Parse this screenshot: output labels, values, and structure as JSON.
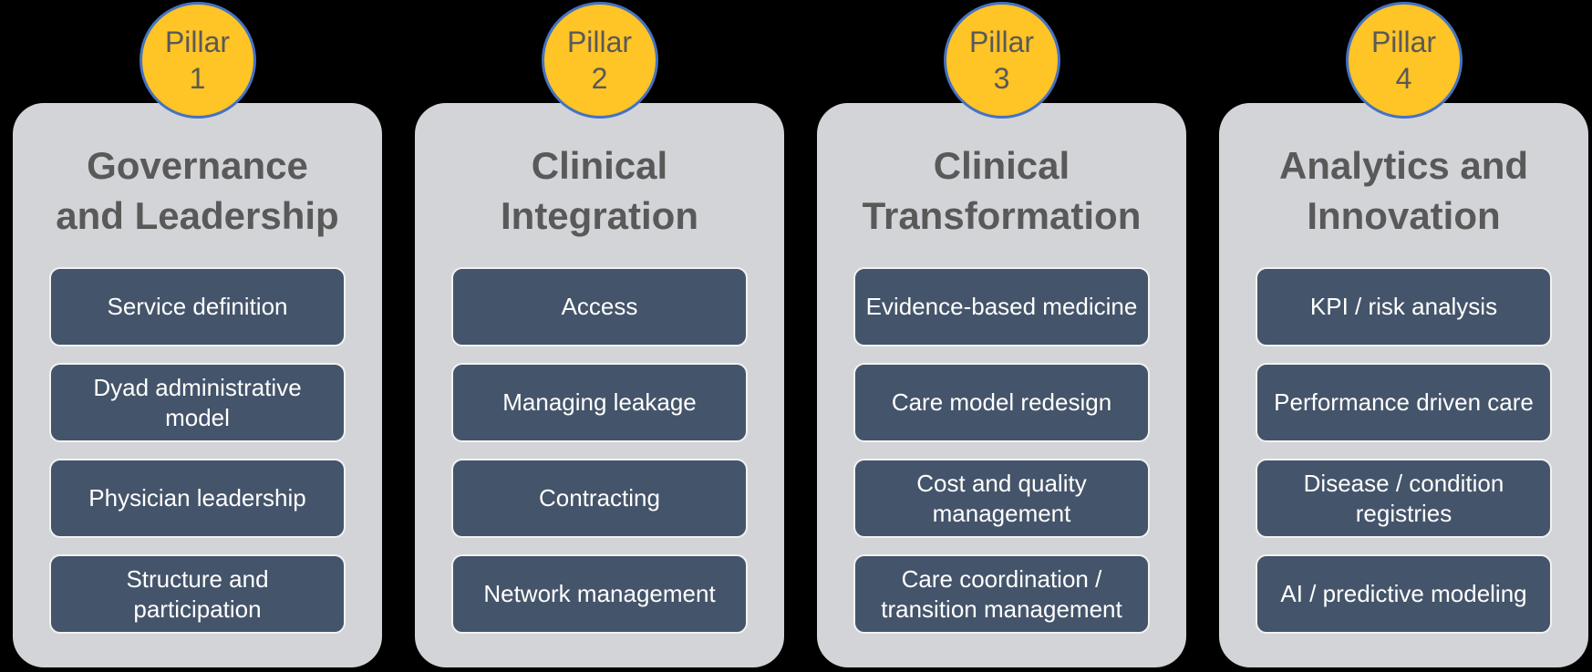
{
  "diagram": {
    "description": "Four-pillar framework diagram",
    "colors": {
      "background": "#000000",
      "badge_fill": "#FFC425",
      "badge_border": "#4472C4",
      "badge_text": "#595959",
      "panel_fill": "#D2D4D8",
      "title_text": "#595959",
      "item_fill": "#44546A",
      "item_border": "#F2F2F2",
      "item_text": "#FFFFFF"
    },
    "pillars": [
      {
        "badge_label": "Pillar",
        "number": "1",
        "title": "Governance\nand Leadership",
        "items": [
          "Service definition",
          "Dyad administrative\nmodel",
          "Physician leadership",
          "Structure and\nparticipation"
        ]
      },
      {
        "badge_label": "Pillar",
        "number": "2",
        "title": "Clinical\nIntegration",
        "items": [
          "Access",
          "Managing leakage",
          "Contracting",
          "Network management"
        ]
      },
      {
        "badge_label": "Pillar",
        "number": "3",
        "title": "Clinical\nTransformation",
        "items": [
          "Evidence-based medicine",
          "Care model redesign",
          "Cost and quality\nmanagement",
          "Care coordination /\ntransition management"
        ]
      },
      {
        "badge_label": "Pillar",
        "number": "4",
        "title": "Analytics and\nInnovation",
        "items": [
          "KPI / risk analysis",
          "Performance driven care",
          "Disease / condition\nregistries",
          "AI / predictive modeling"
        ]
      }
    ]
  }
}
